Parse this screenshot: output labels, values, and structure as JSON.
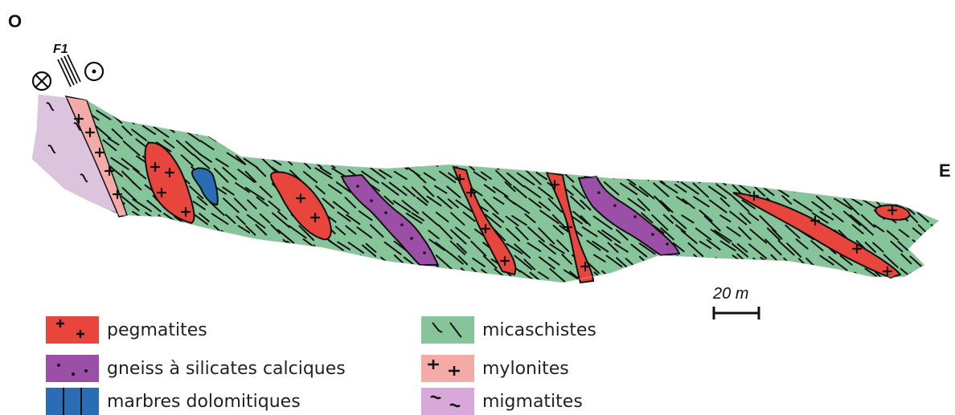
{
  "orientation": {
    "west_label": "O",
    "east_label": "E"
  },
  "fold": {
    "label": "F1",
    "into_page_icon": "circle-cross-icon",
    "out_of_page_icon": "circle-dot-icon"
  },
  "scale_bar": {
    "label": "20 m"
  },
  "colors": {
    "pegmatites": "#e8453c",
    "gneiss": "#9b4fa6",
    "marbres": "#2b6db5",
    "micaschistes": "#86c59a",
    "mylonites": "#f4aaa6",
    "migmatites": "#dcc3de"
  },
  "legend": {
    "left": [
      {
        "key": "pegmatites",
        "label": "pegmatites"
      },
      {
        "key": "gneiss",
        "label": "gneiss à silicates calciques"
      },
      {
        "key": "marbres",
        "label": "marbres dolomitiques"
      }
    ],
    "right": [
      {
        "key": "micaschistes",
        "label": "micaschistes"
      },
      {
        "key": "mylonites",
        "label": "mylonites"
      },
      {
        "key": "migmatites",
        "label": "migmatites"
      }
    ]
  }
}
